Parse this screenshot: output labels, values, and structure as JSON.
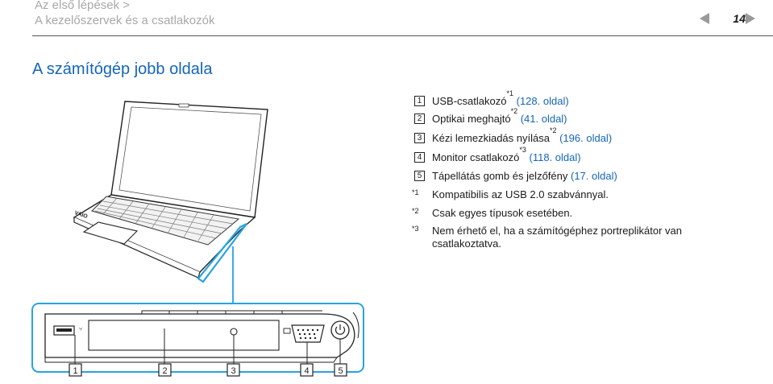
{
  "header": {
    "breadcrumb_1": "Az első lépések >",
    "breadcrumb_2": "A kezelőszervek és a csatlakozók",
    "page_number": "14"
  },
  "title": "A számítógép jobb oldala",
  "items": [
    {
      "num": "1",
      "text": "USB-csatlakozó",
      "note": "*1",
      "link": "(128. oldal)"
    },
    {
      "num": "2",
      "text": "Optikai meghajtó",
      "note": "*2",
      "link": "(41. oldal)"
    },
    {
      "num": "3",
      "text": "Kézi lemezkiadás nyílása",
      "note": "*2",
      "link": "(196. oldal)"
    },
    {
      "num": "4",
      "text": "Monitor csatlakozó",
      "note": "*3",
      "link": "(118. oldal)"
    },
    {
      "num": "5",
      "text": "Tápellátás gomb és jelzőfény",
      "note": "",
      "link": "(17. oldal)"
    }
  ],
  "footnotes": [
    {
      "mark": "*1",
      "text": "Kompatibilis az USB 2.0 szabvánnyal."
    },
    {
      "mark": "*2",
      "text": "Csak egyes típusok esetében."
    },
    {
      "mark": "*3",
      "text_1": "Nem érhető el, ha a számítógéphez portreplikátor van",
      "text_2": "csatlakoztatva."
    }
  ],
  "laptop_logo": "VAIO",
  "callouts": [
    "1",
    "2",
    "3",
    "4",
    "5"
  ],
  "colors": {
    "accent": "#1565b8",
    "highlight": "#29a3e0"
  }
}
